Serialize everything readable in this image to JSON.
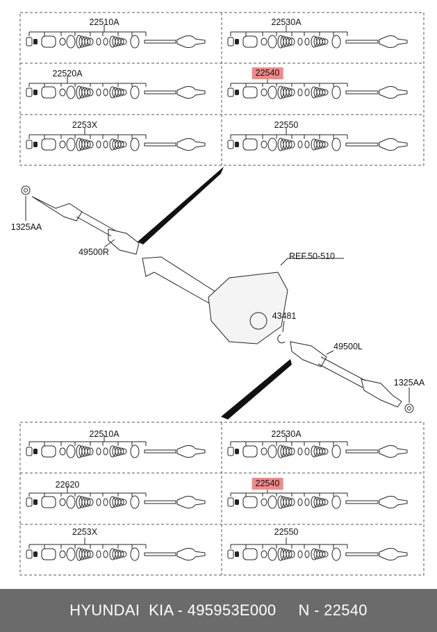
{
  "diagram": {
    "top_group": {
      "cells": [
        {
          "label": "22510A",
          "highlighted": false
        },
        {
          "label": "22530A",
          "highlighted": false
        },
        {
          "label": "22520A",
          "highlighted": false
        },
        {
          "label": "22540",
          "highlighted": true
        },
        {
          "label": "2253X",
          "highlighted": false
        },
        {
          "label": "22550",
          "highlighted": false
        }
      ]
    },
    "bottom_group": {
      "cells": [
        {
          "label": "22510A",
          "highlighted": false
        },
        {
          "label": "22530A",
          "highlighted": false
        },
        {
          "label": "22620",
          "highlighted": false
        },
        {
          "label": "22540",
          "highlighted": true
        },
        {
          "label": "2253X",
          "highlighted": false
        },
        {
          "label": "22550",
          "highlighted": false
        }
      ]
    },
    "assembly_labels": {
      "nut_left": "1325AA",
      "shaft_left": "49500R",
      "ref": "REF.50-510",
      "ring": "43481",
      "shaft_right": "49500L",
      "nut_right": "1325AA"
    },
    "highlight_color": "#f08a8a"
  },
  "footer": {
    "text": "HYUNDAI  KIA - 495953E000     N - 22540",
    "background": "#6b6b6b"
  }
}
